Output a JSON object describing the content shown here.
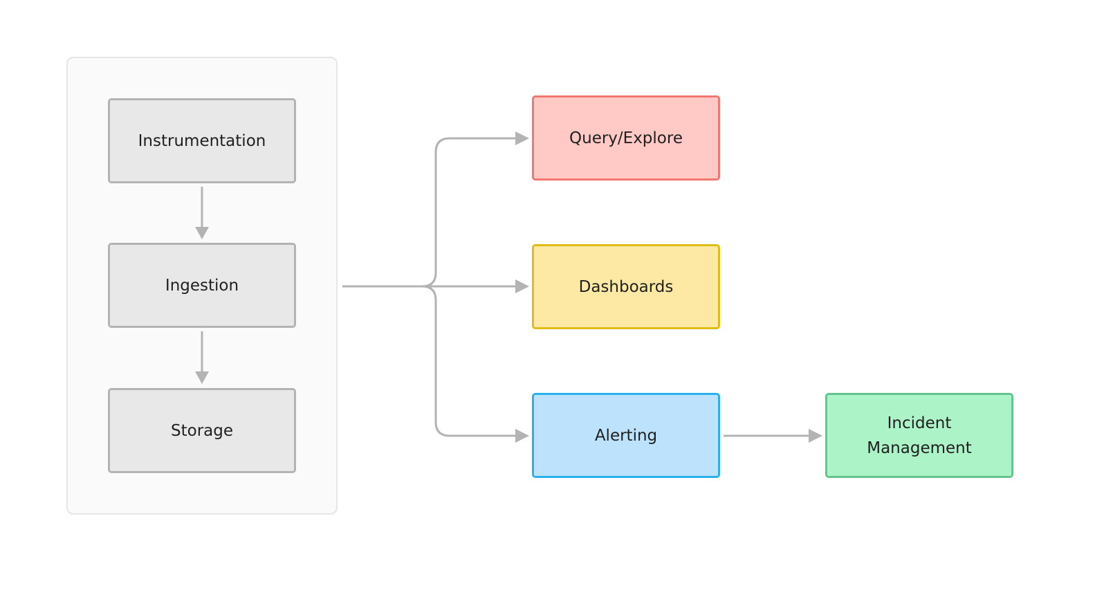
{
  "nodes": {
    "instrumentation": {
      "label": "Instrumentation"
    },
    "ingestion": {
      "label": "Ingestion"
    },
    "storage": {
      "label": "Storage"
    },
    "query_explore": {
      "label": "Query/Explore"
    },
    "dashboards": {
      "label": "Dashboards"
    },
    "alerting": {
      "label": "Alerting"
    },
    "incident_management": {
      "label": "Incident Management"
    }
  },
  "edges": [
    {
      "from": "instrumentation",
      "to": "ingestion"
    },
    {
      "from": "ingestion",
      "to": "storage"
    },
    {
      "from": "pipeline-group",
      "to": "query_explore"
    },
    {
      "from": "pipeline-group",
      "to": "dashboards"
    },
    {
      "from": "pipeline-group",
      "to": "alerting"
    },
    {
      "from": "alerting",
      "to": "incident_management"
    }
  ],
  "colors": {
    "pipeline_fill": "#e8e8e8",
    "pipeline_border": "#b3b3b3",
    "query_fill": "#ffc9c5",
    "query_border": "#f17770",
    "dashboards_fill": "#fee9a4",
    "dashboards_border": "#dfbd12",
    "alerting_fill": "#bde3fc",
    "alerting_border": "#2ab0ea",
    "incident_fill": "#adf3c8",
    "incident_border": "#63c58d",
    "connector": "#b3b3b3",
    "group_fill": "#fafafa"
  }
}
